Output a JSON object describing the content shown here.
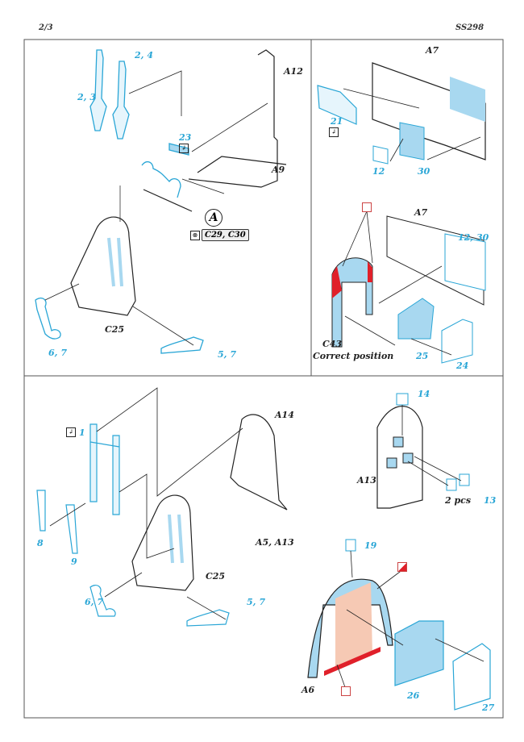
{
  "header": {
    "page": "2/3",
    "code": "SS298"
  },
  "colors": {
    "pe_blue": "#2aa6d6",
    "fill_blue": "#a8d8f0",
    "red": "#e0202a",
    "salmon": "#f6c9b4"
  },
  "section_a": {
    "labels": {
      "belts_top": "2, 4",
      "belts_left": "2, 3",
      "frame": "A12",
      "bracket": "23",
      "floor": "A9",
      "seat": "C25",
      "left_pedal": "6, 7",
      "right_pedal": "5, 7"
    },
    "step_marker": "A",
    "remove_parts": "C29, C30",
    "icons": [
      "bend-icon",
      "remove-icon"
    ]
  },
  "section_b": {
    "labels": {
      "bulkhead_top": "A7",
      "panel_21": "21",
      "panel_12": "12",
      "panel_30": "30",
      "bulkhead_bottom": "A7",
      "panel_12_30": "12, 30",
      "part_c43": "C43",
      "correct_position": "Correct position",
      "panel_25": "25",
      "panel_24": "24"
    },
    "icons": [
      "bend-icon",
      "paint-icon"
    ]
  },
  "section_c": {
    "labels": {
      "harness": "1",
      "strap_8": "8",
      "strap_9": "9",
      "frame": "A14",
      "floor": "A5, A13",
      "seat": "C25",
      "left_pedal": "6, 7",
      "right_pedal": "5, 7"
    },
    "icons": [
      "bend-icon"
    ]
  },
  "section_d": {
    "labels": {
      "part_14": "14",
      "part_a13": "A13",
      "qty": "2 pcs",
      "part_13": "13",
      "part_19": "19",
      "part_a6": "A6",
      "panel_26": "26",
      "panel_27": "27"
    },
    "icons": [
      "paint-red-icon",
      "paint-icon"
    ]
  }
}
